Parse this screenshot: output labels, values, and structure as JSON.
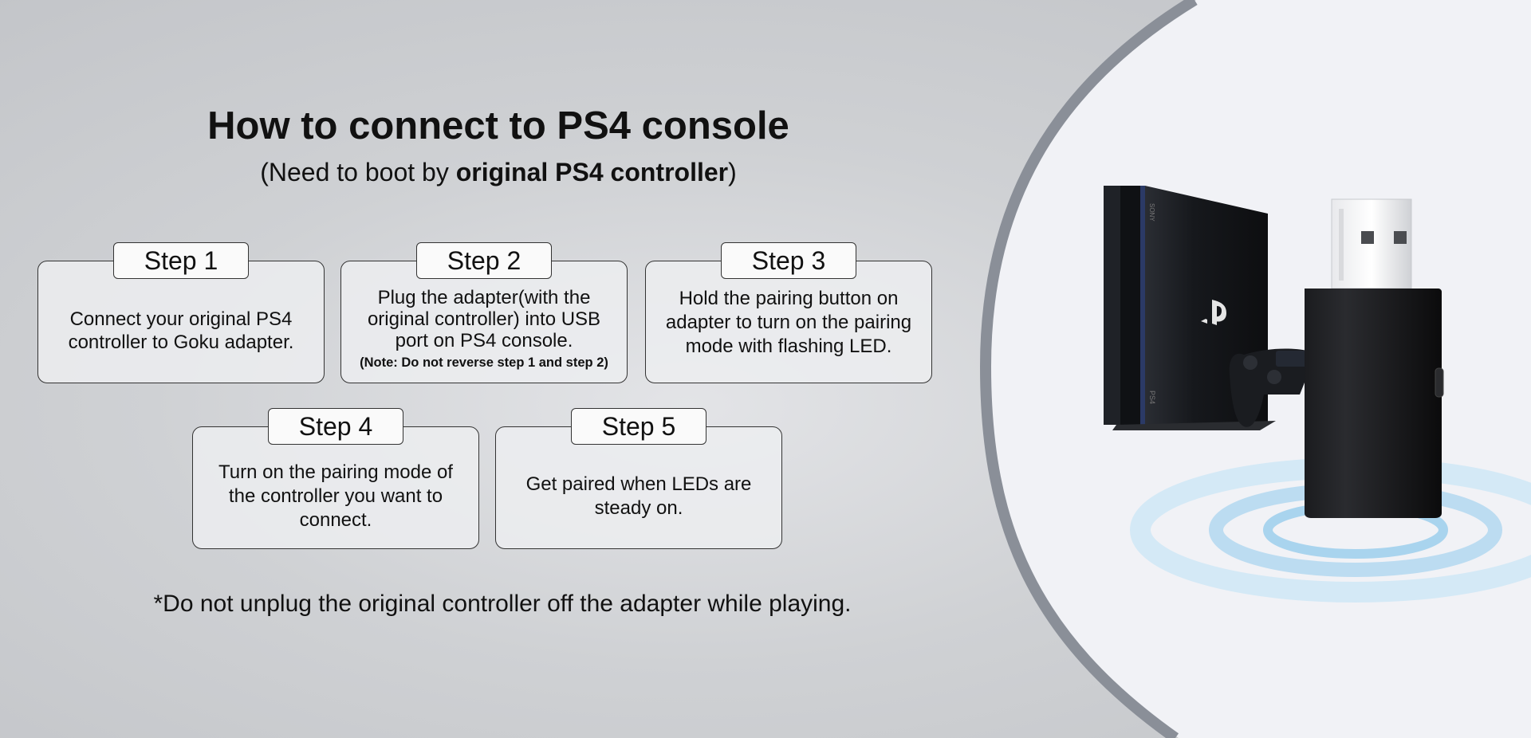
{
  "title": "How to connect to PS4 console",
  "subtitle": {
    "prefix": "(Need to boot by ",
    "bold": "original PS4 controller",
    "suffix": ")"
  },
  "steps": [
    {
      "label": "Step 1",
      "text": "Connect your original PS4 controller to Goku adapter."
    },
    {
      "label": "Step 2",
      "text": "Plug the adapter(with the original controller) into USB port on PS4 console.",
      "note": "(Note: Do not reverse step 1 and step 2)"
    },
    {
      "label": "Step 3",
      "text": "Hold the pairing button on adapter to turn on the pairing mode with flashing LED."
    },
    {
      "label": "Step 4",
      "text": "Turn on the pairing mode of the controller you want to connect."
    },
    {
      "label": "Step 5",
      "text": "Get paired when LEDs are steady on."
    }
  ],
  "footnote": "*Do not unplug the original controller off the adapter while playing.",
  "console_brand": "SONY",
  "console_model_label": "PS4",
  "colors": {
    "arc": "#8a8f98",
    "panel": "#f1f2f6",
    "adapter": "#111111",
    "signal": "#a9d4ee"
  }
}
